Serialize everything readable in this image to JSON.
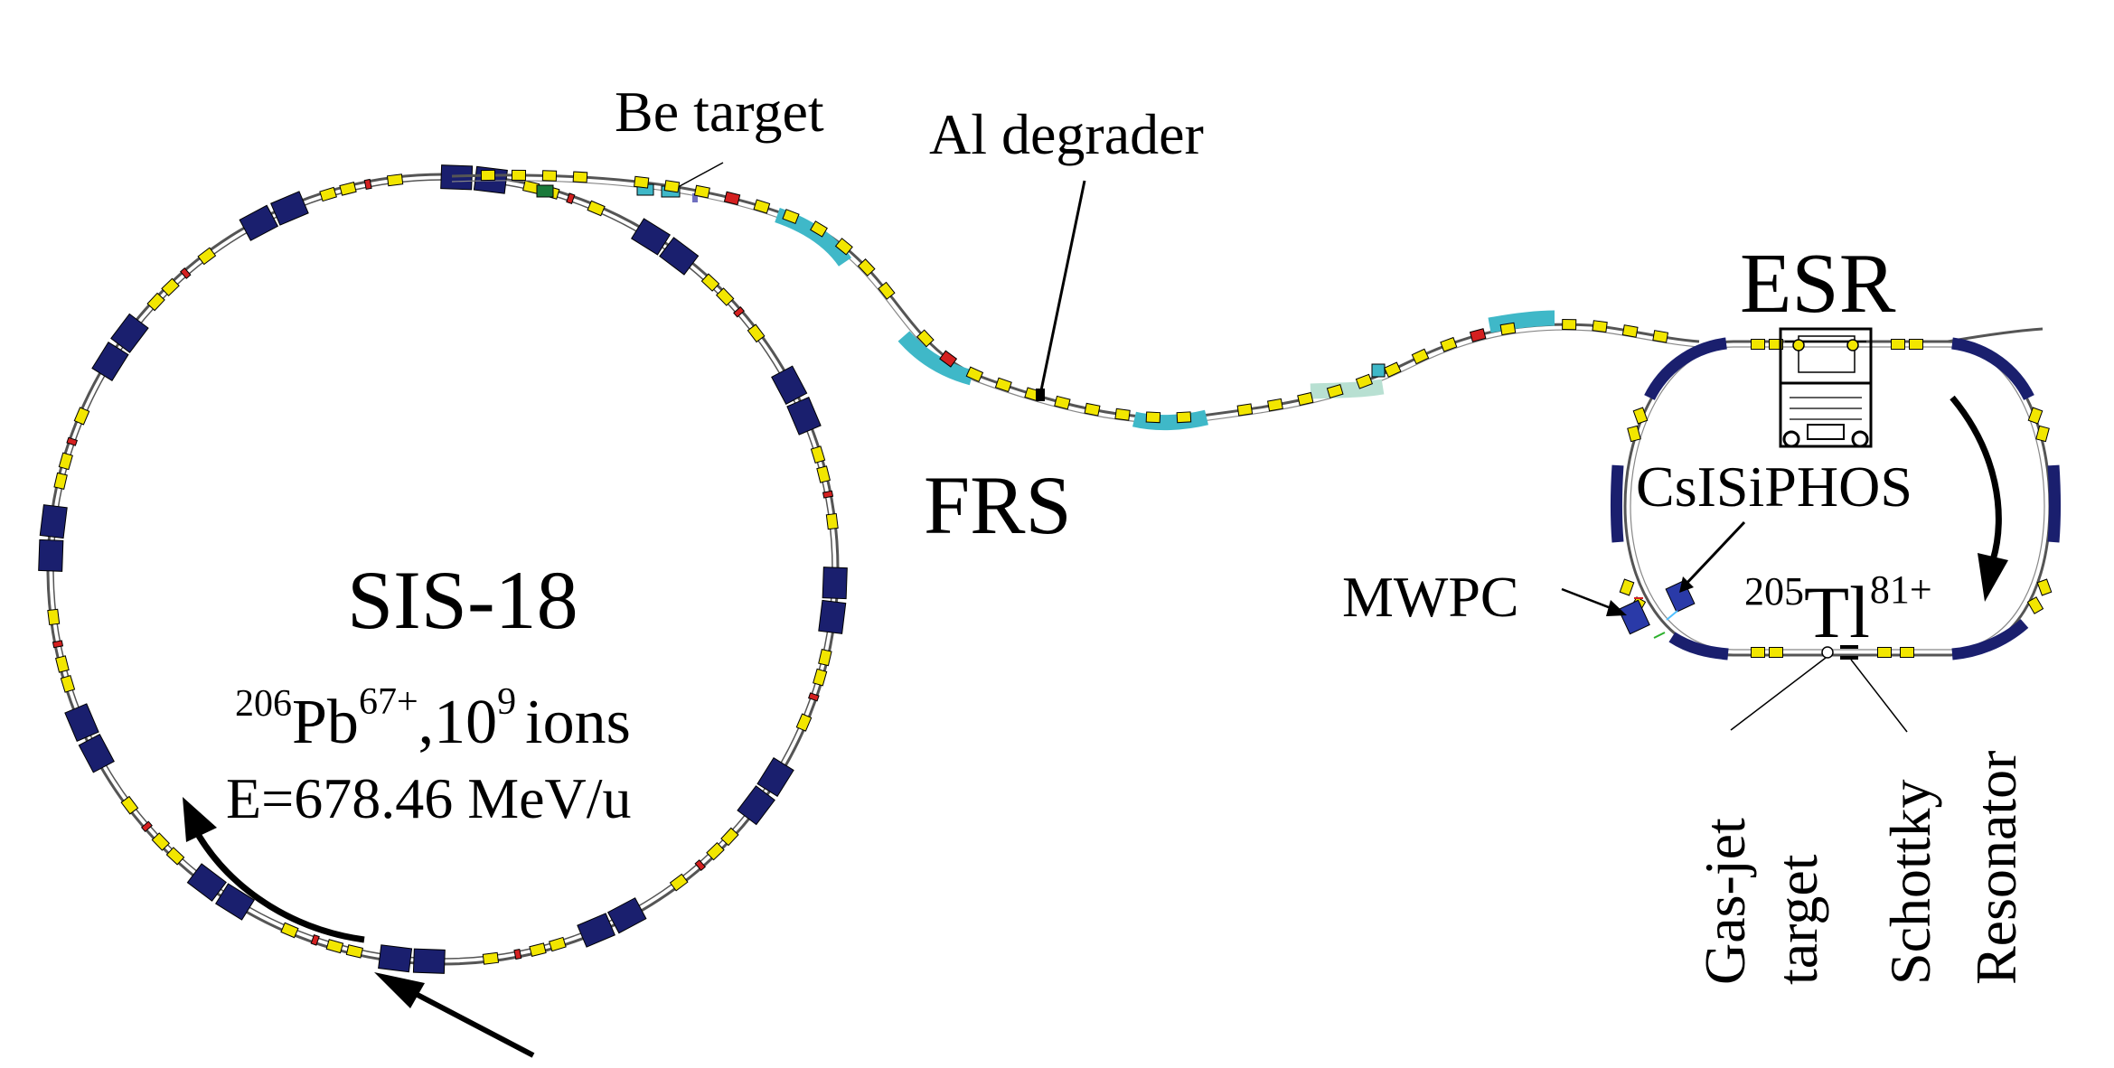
{
  "labels": {
    "be_target": "Be target",
    "al_degrader": "Al degrader",
    "frs": "FRS",
    "esr": "ESR",
    "sis": "SIS-18",
    "beam_pb_mass": "206",
    "beam_pb_el": "Pb",
    "beam_pb_charge": "67+",
    "beam_ions_prefix": ",10",
    "beam_ions_exp": "9",
    "beam_ions_suffix": "ions",
    "energy": "E=678.46 MeV/u",
    "csisiphos": "CsISiPHOS",
    "mwpc": "MWPC",
    "tl_mass": "205",
    "tl_el": "Tl",
    "tl_charge": "81+",
    "gasjet_line1": "Gas-jet",
    "gasjet_line2": "target",
    "schottky_line1": "Schottky",
    "schottky_line2": "Resonator"
  },
  "colors": {
    "dipole": "#1a1f6e",
    "quadrupole": "#f2e600",
    "corrector": "#d42020",
    "frs_dipole": "#3fb8c8",
    "frs_dipole_light": "#b8e0d2",
    "beamline": "#555555",
    "arrow": "#000000"
  }
}
